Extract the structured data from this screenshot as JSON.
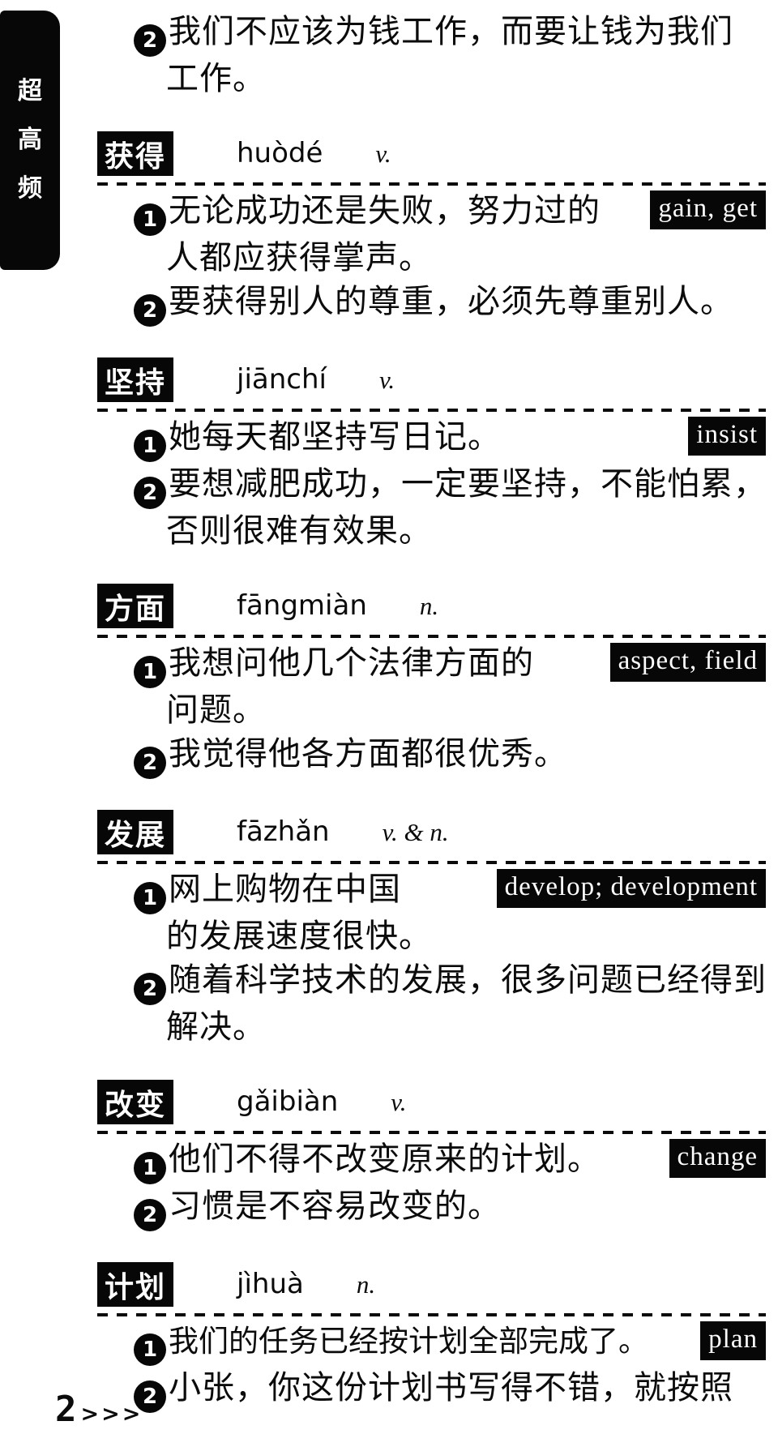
{
  "page": {
    "paper_color": "#ffffff",
    "ink_color": "#0b0b0b",
    "box_bg_color": "#070707",
    "box_text_color": "#ffffff",
    "sidebar_tab": {
      "chars": [
        "超",
        "高",
        "频"
      ]
    },
    "page_number": "2",
    "page_number_arrows": ">>>"
  },
  "continuation": {
    "bullet_number": "2",
    "lines": [
      "我们不应该为钱工作，而要让钱为我们",
      "工作。"
    ]
  },
  "entries": [
    {
      "headword": "获得",
      "pinyin": "huòdé",
      "pos": "v.",
      "translation": "gain, get",
      "examples": [
        {
          "bullet_number": "1",
          "lines": [
            "无论成功还是失败，努力过的",
            "人都应获得掌声。"
          ]
        },
        {
          "bullet_number": "2",
          "lines": [
            "要获得别人的尊重，必须先尊重别人。"
          ]
        }
      ]
    },
    {
      "headword": "坚持",
      "pinyin": "jiānchí",
      "pos": "v.",
      "translation": "insist",
      "examples": [
        {
          "bullet_number": "1",
          "lines": [
            "她每天都坚持写日记。"
          ]
        },
        {
          "bullet_number": "2",
          "lines": [
            "要想减肥成功，一定要坚持，不能怕累，",
            "否则很难有效果。"
          ]
        }
      ]
    },
    {
      "headword": "方面",
      "pinyin": "fāngmiàn",
      "pos": "n.",
      "translation": "aspect, field",
      "examples": [
        {
          "bullet_number": "1",
          "lines": [
            "我想问他几个法律方面的",
            "问题。"
          ]
        },
        {
          "bullet_number": "2",
          "lines": [
            "我觉得他各方面都很优秀。"
          ]
        }
      ]
    },
    {
      "headword": "发展",
      "pinyin": "fāzhǎn",
      "pos": "v. & n.",
      "translation": "develop; development",
      "examples": [
        {
          "bullet_number": "1",
          "lines": [
            "网上购物在中国",
            "的发展速度很快。"
          ]
        },
        {
          "bullet_number": "2",
          "lines": [
            "随着科学技术的发展，很多问题已经得到",
            "解决。"
          ]
        }
      ]
    },
    {
      "headword": "改变",
      "pinyin": "gǎibiàn",
      "pos": "v.",
      "translation": "change",
      "examples": [
        {
          "bullet_number": "1",
          "lines": [
            "他们不得不改变原来的计划。"
          ]
        },
        {
          "bullet_number": "2",
          "lines": [
            "习惯是不容易改变的。"
          ]
        }
      ]
    },
    {
      "headword": "计划",
      "pinyin": "jìhuà",
      "pos": "n.",
      "translation": "plan",
      "examples": [
        {
          "bullet_number": "1",
          "lines": [
            "我们的任务已经按计划全部完成了。"
          ]
        },
        {
          "bullet_number": "2",
          "lines": [
            "小张，你这份计划书写得不错，就按照"
          ]
        }
      ]
    }
  ]
}
